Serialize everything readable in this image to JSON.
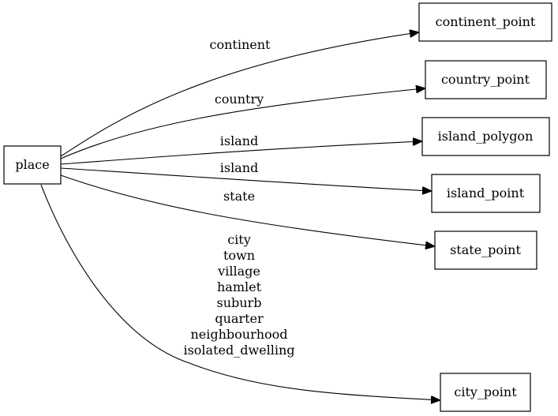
{
  "graph": {
    "nodes": {
      "place": "place",
      "continent_point": "continent_point",
      "country_point": "country_point",
      "island_polygon": "island_polygon",
      "island_point": "island_point",
      "state_point": "state_point",
      "city_point": "city_point"
    },
    "edges": {
      "continent": "continent",
      "country": "country",
      "island_polygon": "island",
      "island_point": "island",
      "state": "state",
      "city": [
        "city",
        "town",
        "village",
        "hamlet",
        "suburb",
        "quarter",
        "neighbourhood",
        "isolated_dwelling"
      ]
    }
  }
}
